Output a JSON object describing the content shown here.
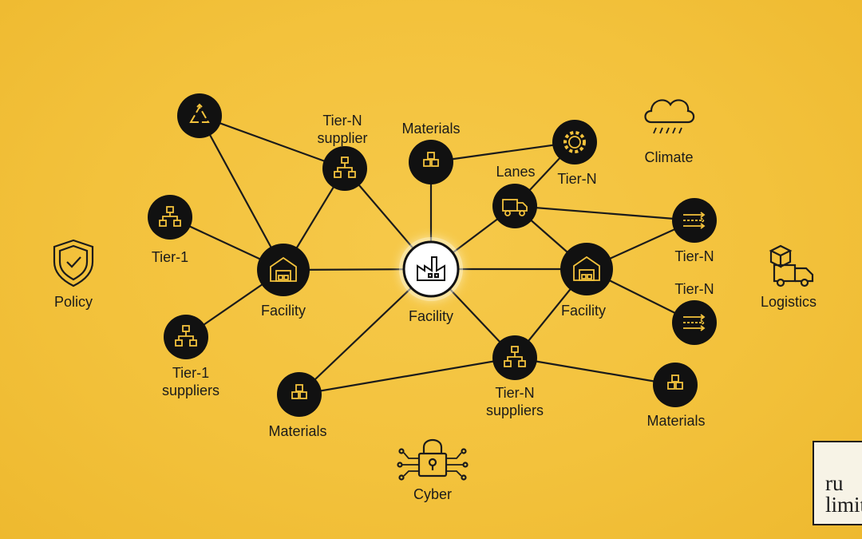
{
  "nodes": {
    "top_left_recycle": {
      "label": "",
      "icon": "recycle-triangle-icon"
    },
    "tier1": {
      "label": "Tier-1",
      "icon": "hierarchy-icon"
    },
    "tier1_suppliers": {
      "label": "Tier-1\nsuppliers",
      "icon": "boxes-hierarchy-icon"
    },
    "tierN_supplier_top": {
      "label": "Tier-N\nsupplier",
      "icon": "boxes-hierarchy-icon"
    },
    "facility_left": {
      "label": "Facility",
      "icon": "warehouse-icon"
    },
    "materials_top": {
      "label": "Materials",
      "icon": "boxes-stack-icon"
    },
    "facility_center": {
      "label": "Facility",
      "icon": "factory-icon"
    },
    "materials_bottom_left": {
      "label": "Materials",
      "icon": "boxes-stack-icon"
    },
    "lanes": {
      "label": "Lanes",
      "icon": "truck-icon"
    },
    "tierN_gear": {
      "label": "Tier-N",
      "icon": "gear-icon"
    },
    "facility_right": {
      "label": "Facility",
      "icon": "warehouse-icon"
    },
    "tierN_suppliers_bottom": {
      "label": "Tier-N\nsuppliers",
      "icon": "boxes-hierarchy-icon"
    },
    "materials_right": {
      "label": "Materials",
      "icon": "boxes-stack-icon"
    },
    "tierN_right_1": {
      "label": "Tier-N",
      "icon": "flow-arrows-icon"
    },
    "tierN_right_2": {
      "label": "Tier-N",
      "icon": "flow-arrows-icon"
    }
  },
  "risk_factors": {
    "policy": {
      "label": "Policy",
      "icon": "shield-check-icon"
    },
    "climate": {
      "label": "Climate",
      "icon": "rain-cloud-icon"
    },
    "logistics": {
      "label": "Logistics",
      "icon": "delivery-truck-icon"
    },
    "cyber": {
      "label": "Cyber",
      "icon": "circuit-lock-icon"
    }
  },
  "brand": {
    "line1": "ru",
    "line2": "limit"
  },
  "colors": {
    "background": "#f3c23c",
    "node": "#111111",
    "center_node": "#ffffff",
    "line": "#1b1b1b"
  }
}
